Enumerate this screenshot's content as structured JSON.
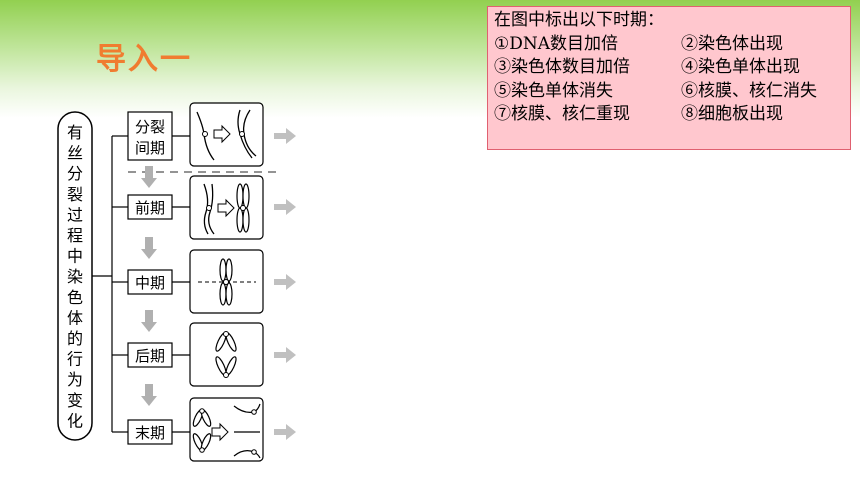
{
  "slide": {
    "title": "导入一"
  },
  "task_box": {
    "heading": "在图中标出以下时期：",
    "items": [
      [
        "①DNA数目加倍",
        "②染色体出现"
      ],
      [
        "③染色体数目加倍",
        "④染色单体出现"
      ],
      [
        "⑤染色单体消失",
        "⑥核膜、核仁消失"
      ],
      [
        "⑦核膜、核仁重现",
        "⑧细胞板出现"
      ]
    ]
  },
  "diagram": {
    "vertical_label": [
      "有",
      "丝",
      "分",
      "裂",
      "过",
      "程",
      "中",
      "染",
      "色",
      "体",
      "的",
      "行",
      "为",
      "变",
      "化"
    ],
    "stages": [
      {
        "label_lines": [
          "分裂",
          "间期"
        ]
      },
      {
        "label_lines": [
          "前期"
        ]
      },
      {
        "label_lines": [
          "中期"
        ]
      },
      {
        "label_lines": [
          "后期"
        ]
      },
      {
        "label_lines": [
          "末期"
        ]
      }
    ]
  },
  "colors": {
    "title": "#f07c30",
    "task_bg": "#ffc7ce",
    "band_green": "#92d050",
    "arrow_gray": "#b0b0b0"
  }
}
